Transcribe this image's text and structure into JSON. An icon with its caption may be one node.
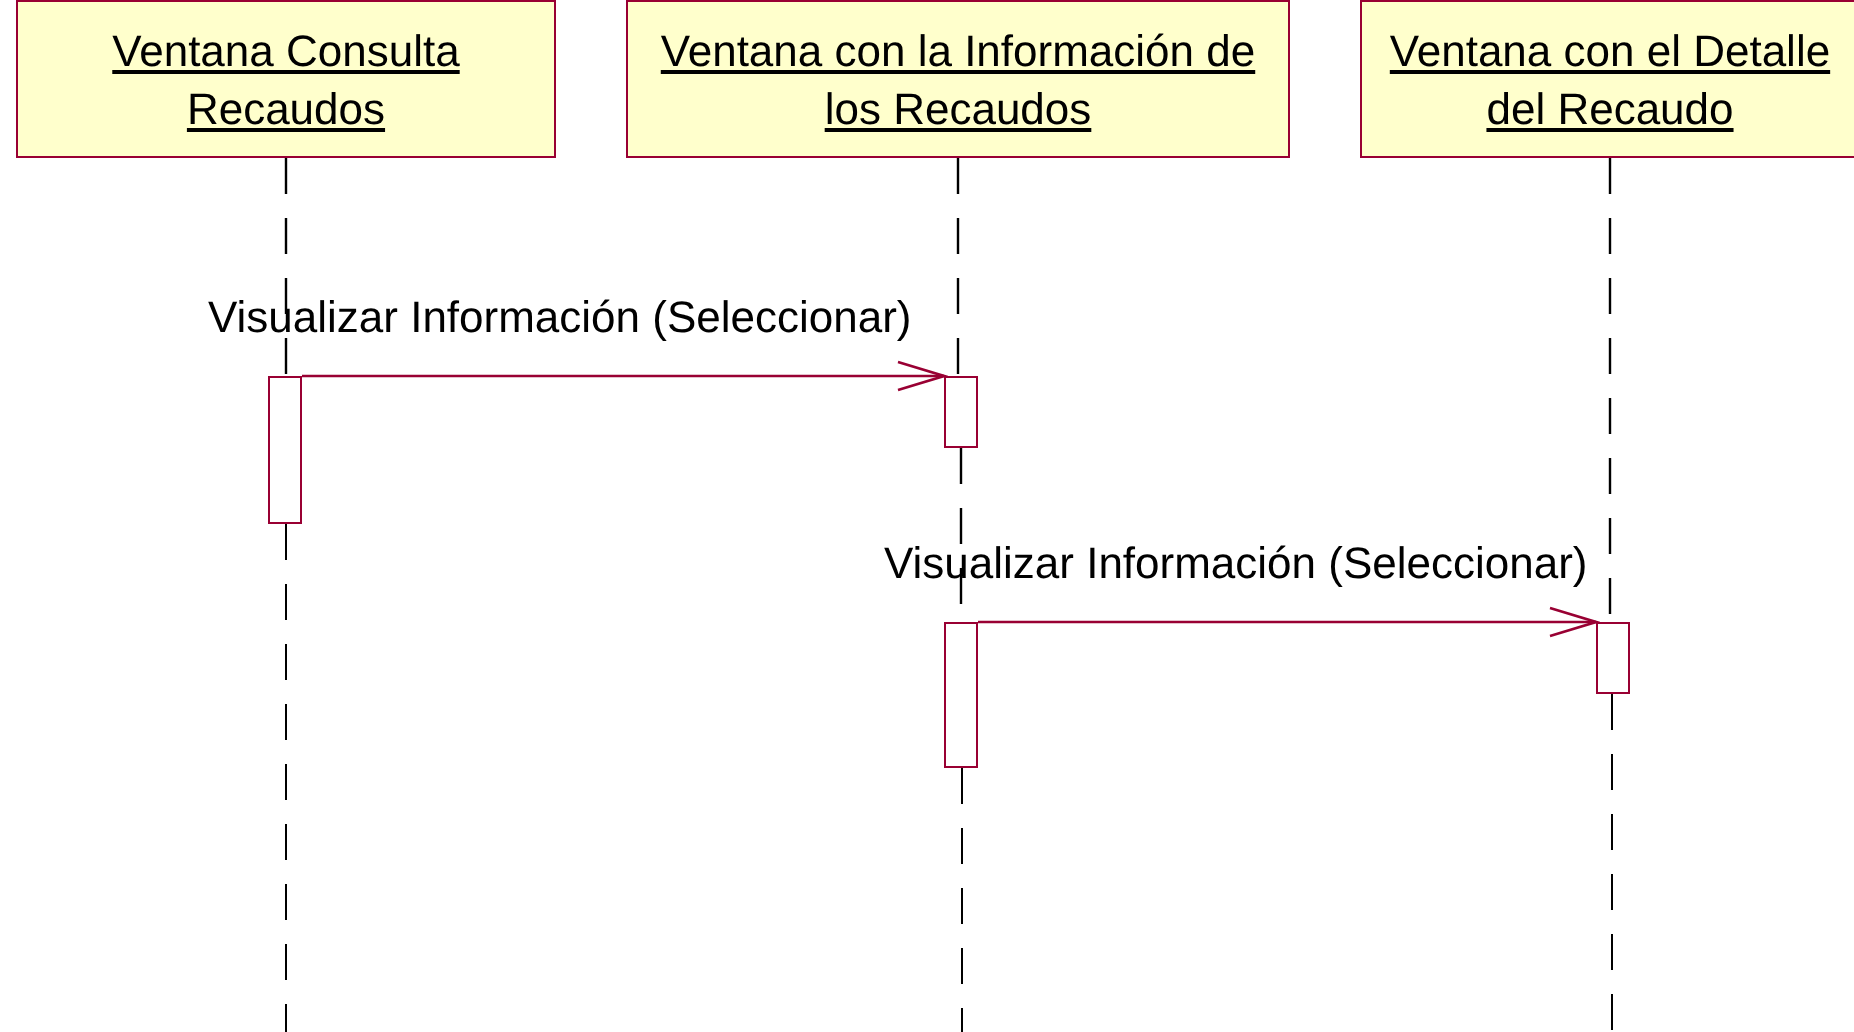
{
  "diagram": {
    "nodes": [
      {
        "text": [
          "Ventana Consulta Recaudos"
        ]
      },
      {
        "text": [
          "Ventana con la Información de los Recaudos"
        ]
      },
      {
        "text": [
          "Ventana con el Detalle del Recaudo"
        ]
      },
      {
        "text": [],
        "shape": "bar"
      },
      {
        "text": [],
        "shape": "bar"
      },
      {
        "text": [],
        "shape": "bar"
      },
      {
        "text": [],
        "shape": "bar"
      }
    ],
    "edges": [
      {
        "from": 0,
        "to": 3,
        "arrow": "none",
        "style": "dashed"
      },
      {
        "from": 1,
        "to": 4,
        "arrow": "none",
        "style": "dashed"
      },
      {
        "from": 2,
        "to": 6,
        "arrow": "none",
        "style": "dashed"
      },
      {
        "from": 3,
        "to": 4,
        "arrow": "to",
        "label": "Visualizar Información (Seleccionar)",
        "color": "#990033"
      },
      {
        "from": 4,
        "to": 5,
        "arrow": "none",
        "style": "dashed"
      },
      {
        "from": 5,
        "to": 6,
        "arrow": "to",
        "label": "Visualizar Información (Seleccionar)",
        "color": "#990033"
      }
    ]
  }
}
